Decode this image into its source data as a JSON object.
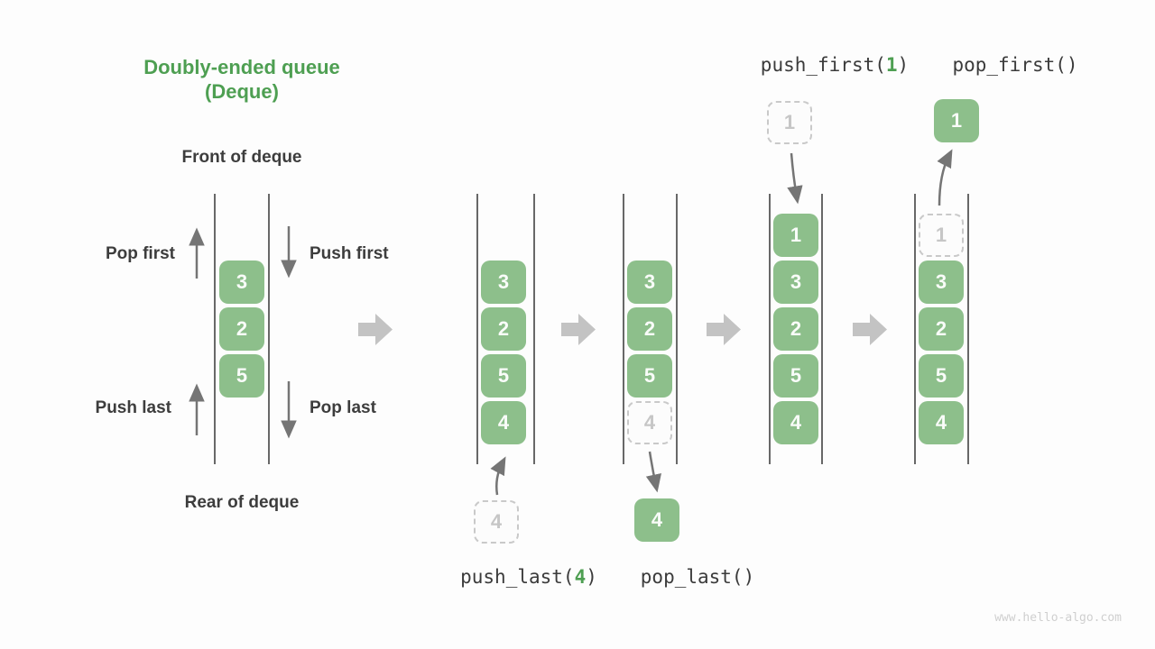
{
  "diagram": {
    "title_line1": "Doubly-ended queue",
    "title_line2": "(Deque)",
    "front_label": "Front of deque",
    "rear_label": "Rear of deque",
    "watermark": "www.hello-algo.com"
  },
  "intro": {
    "pop_first_label": "Pop first",
    "push_first_label": "Push first",
    "push_last_label": "Push last",
    "pop_last_label": "Pop last"
  },
  "operations": [
    {
      "pre": "push_last(",
      "arg": "4",
      "post": ")"
    },
    {
      "pre": "pop_last()",
      "arg": "",
      "post": ""
    },
    {
      "pre": "push_first(",
      "arg": "1",
      "post": ")"
    },
    {
      "pre": "pop_first()",
      "arg": "",
      "post": ""
    }
  ],
  "queues": [
    {
      "values": [
        "3",
        "2",
        "5"
      ]
    },
    {
      "values": [
        "3",
        "2",
        "5",
        "4"
      ]
    },
    {
      "values": [
        "3",
        "2",
        "5",
        "4"
      ],
      "ghost_index": 3
    },
    {
      "values": [
        "1",
        "3",
        "2",
        "5",
        "4"
      ]
    },
    {
      "values": [
        "1",
        "3",
        "2",
        "5",
        "4"
      ],
      "ghost_index": 0
    }
  ],
  "floats": {
    "push_last_in": "4",
    "pop_last_out": "4",
    "push_first_in": "1",
    "pop_first_out": "1"
  },
  "colors": {
    "box_green": "#8dbf8b",
    "accent_green": "#4e9f52",
    "thin_arrow_gray": "#757575",
    "flow_arrow_gray": "#c3c3c3",
    "text_dark": "#3d3d3d"
  }
}
